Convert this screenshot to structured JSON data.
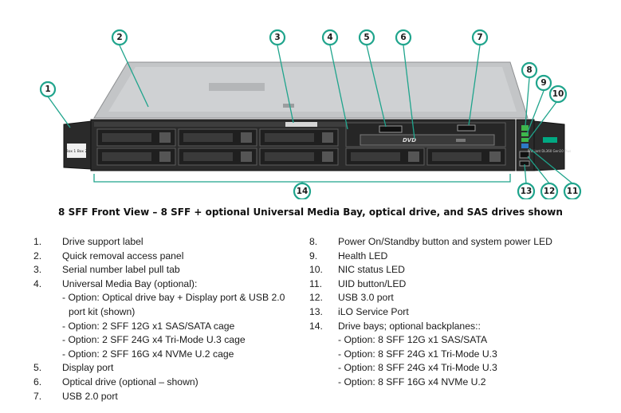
{
  "callouts": [
    "1",
    "2",
    "3",
    "4",
    "5",
    "6",
    "7",
    "8",
    "9",
    "10",
    "11",
    "12",
    "13",
    "14"
  ],
  "server": {
    "ear_left_label": "Box 1  Box 2",
    "dvd_label": "DVD",
    "ear_right_model": "ProLiant DL360 Gen10 Plus"
  },
  "caption": "8 SFF Front View – 8 SFF + optional Universal Media Bay, optical drive, and SAS drives shown",
  "legend_left": [
    {
      "num": "1.",
      "text": "Drive support label"
    },
    {
      "num": "2.",
      "text": "Quick removal access panel"
    },
    {
      "num": "3.",
      "text": "Serial number label pull tab"
    },
    {
      "num": "4.",
      "text": "Universal Media Bay (optional):"
    }
  ],
  "legend_left_sub": [
    "- Option: Optical drive bay + Display port & USB 2.0",
    "port kit (shown)",
    "- Option: 2 SFF 12G x1 SAS/SATA cage",
    "- Option: 2 SFF 24G x4 Tri-Mode U.3 cage",
    "- Option: 2 SFF 16G x4 NVMe U.2 cage"
  ],
  "legend_left_tail": [
    {
      "num": "5.",
      "text": "Display port"
    },
    {
      "num": "6.",
      "text": "Optical drive (optional – shown)"
    },
    {
      "num": "7.",
      "text": "USB 2.0 port"
    }
  ],
  "legend_right": [
    {
      "num": "8.",
      "text": "Power On/Standby button and system power LED"
    },
    {
      "num": "9.",
      "text": "Health LED"
    },
    {
      "num": "10.",
      "text": "NIC status LED"
    },
    {
      "num": "11.",
      "text": "UID button/LED"
    },
    {
      "num": "12.",
      "text": "USB 3.0 port"
    },
    {
      "num": "13.",
      "text": "iLO Service Port"
    },
    {
      "num": "14.",
      "text": "Drive bays; optional backplanes::"
    }
  ],
  "legend_right_sub": [
    "- Option: 8 SFF 12G x1 SAS/SATA",
    "- Option: 8 SFF 24G x1 Tri-Mode U.3",
    "- Option: 8 SFF 24G x4 Tri-Mode U.3",
    "- Option: 8 SFF 16G x4 NVMe U.2"
  ],
  "colors": {
    "accent": "#1fa48c",
    "chassis": "#b7b9bb",
    "bezel": "#2b2b2b",
    "hpe_green": "#01a982"
  }
}
